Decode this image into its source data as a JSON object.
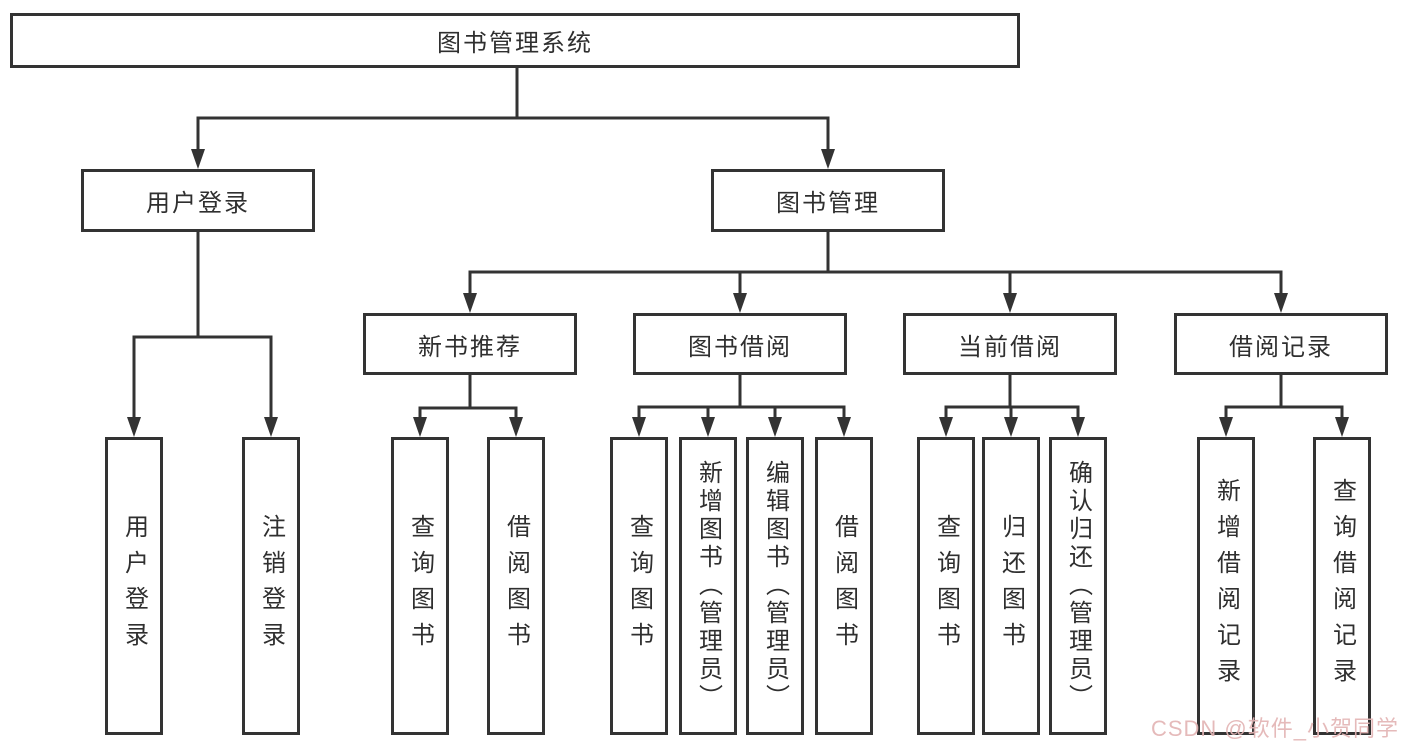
{
  "root": {
    "label": "图书管理系统"
  },
  "branches": {
    "user_login": {
      "label": "用户登录",
      "children": [
        {
          "label": "用户登录"
        },
        {
          "label": "注销登录"
        }
      ]
    },
    "book_mgmt": {
      "label": "图书管理",
      "children": [
        {
          "label": "新书推荐",
          "children": [
            {
              "label": "查询图书"
            },
            {
              "label": "借阅图书"
            }
          ]
        },
        {
          "label": "图书借阅",
          "children": [
            {
              "label": "查询图书"
            },
            {
              "label": "新增图书（管理员）"
            },
            {
              "label": "编辑图书（管理员）"
            },
            {
              "label": "借阅图书"
            }
          ]
        },
        {
          "label": "当前借阅",
          "children": [
            {
              "label": "查询图书"
            },
            {
              "label": "归还图书"
            },
            {
              "label": "确认归还（管理员）"
            }
          ]
        },
        {
          "label": "借阅记录",
          "children": [
            {
              "label": "新增借阅记录"
            },
            {
              "label": "查询借阅记录"
            }
          ]
        }
      ]
    }
  },
  "watermark": "CSDN @软件_小贺同学",
  "colors": {
    "line": "#333333",
    "box_background": "#ffffff",
    "text": "#2f2f2f",
    "watermark": "#e3b4b4"
  }
}
